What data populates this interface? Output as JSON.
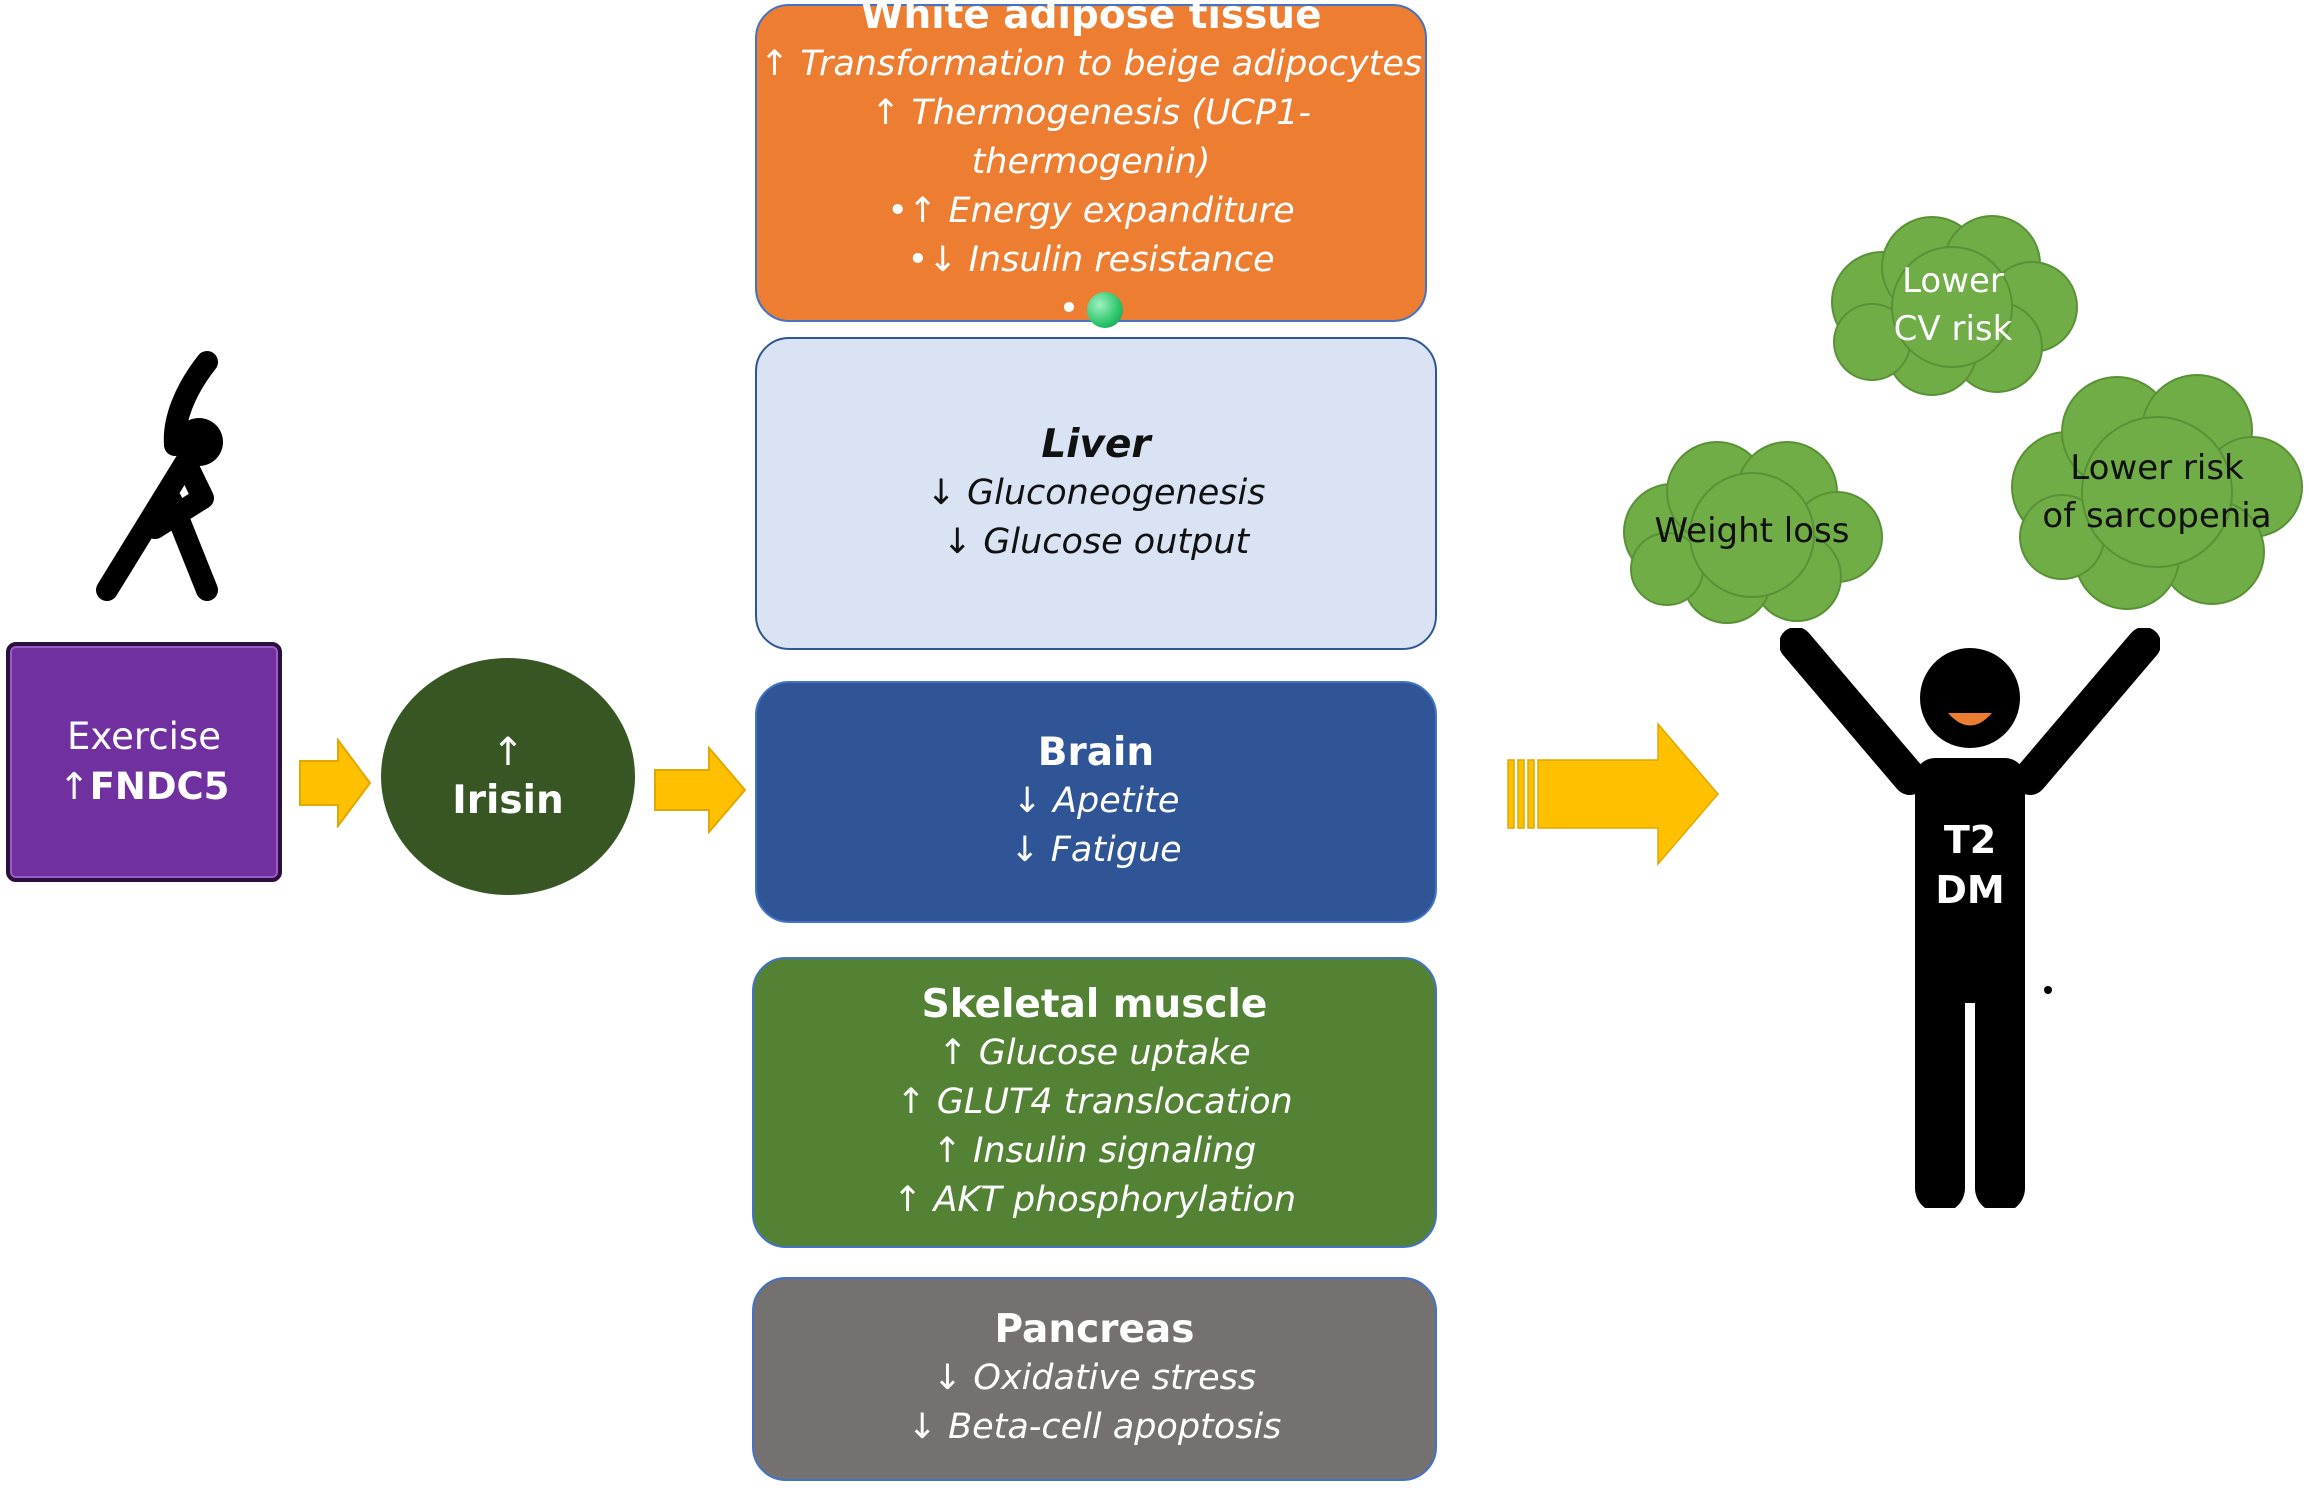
{
  "exercise": {
    "line1": "Exercise",
    "line2_arrow": "↑",
    "line2_text": "FNDC5"
  },
  "irisin": {
    "arrow": "↑",
    "label": "Irisin"
  },
  "organs": {
    "wat": {
      "title": "White adipose tissue",
      "items": [
        {
          "sym": "↑",
          "text": "Transformation to beige adipocytes"
        },
        {
          "sym": "↑",
          "text": "Thermogenesis (UCP1-thermogenin)"
        },
        {
          "sym": "•↑",
          "text": "Energy expanditure"
        },
        {
          "sym": "•↓",
          "text": "Insulin resistance"
        }
      ],
      "last_bullet": "•"
    },
    "liver": {
      "title": "Liver",
      "items": [
        {
          "sym": "↓",
          "text": "Gluconeogenesis"
        },
        {
          "sym": "↓",
          "text": "Glucose output"
        }
      ]
    },
    "brain": {
      "title": "Brain",
      "items": [
        {
          "sym": "↓",
          "text": "Apetite"
        },
        {
          "sym": "↓",
          "text": "Fatigue"
        }
      ]
    },
    "muscle": {
      "title": "Skeletal muscle",
      "items": [
        {
          "sym": "↑",
          "text": "Glucose uptake"
        },
        {
          "sym": "↑",
          "text": "GLUT4 translocation"
        },
        {
          "sym": "↑",
          "text": "Insulin signaling"
        },
        {
          "sym": "↑",
          "text": "AKT phosphorylation"
        }
      ]
    },
    "pancreas": {
      "title": "Pancreas",
      "items": [
        {
          "sym": "↓",
          "text": "Oxidative stress"
        },
        {
          "sym": "↓",
          "text": "Beta-cell apoptosis"
        }
      ]
    }
  },
  "outcomes": {
    "cv_risk": {
      "line1": "Lower",
      "line2": "CV risk"
    },
    "weight": {
      "line1": "Weight loss"
    },
    "sarcopenia": {
      "line1": "Lower risk",
      "line2": "of sarcopenia"
    }
  },
  "person": {
    "line1": "T2",
    "line2": "DM"
  },
  "colors": {
    "arrow": "#ffc000",
    "cloud": "#70ad47",
    "wat": "#ed7d31",
    "liver": "#dae3f3",
    "brain": "#2f5597",
    "muscle": "#548235",
    "pancreas": "#767171",
    "exercise": "#7030a0",
    "irisin": "#375623"
  },
  "icons": [
    "exercise-stretch-icon",
    "celebrating-person-icon",
    "green-sphere-icon"
  ]
}
